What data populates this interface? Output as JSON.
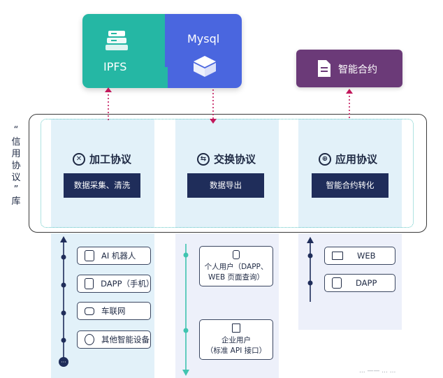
{
  "storage": {
    "ipfs_label": "IPFS",
    "mysql_label": "Mysql"
  },
  "smart_contract": {
    "label": "智能合约"
  },
  "library_label": [
    "“",
    "信",
    "用",
    "协",
    "议",
    "”",
    "库"
  ],
  "protocols": [
    {
      "title": "加工协议",
      "icon_glyph": "✕",
      "action": "数据采集、清洗"
    },
    {
      "title": "交换协议",
      "icon_glyph": "⇆",
      "action": "数据导出"
    },
    {
      "title": "应用协议",
      "icon_glyph": "⊕",
      "action": "智能合约转化"
    }
  ],
  "sources": [
    {
      "label": "AI 机器人",
      "icon": "robot-icon"
    },
    {
      "label": "DAPP（手机）",
      "icon": "phone-icon"
    },
    {
      "label": "车联网",
      "icon": "car-icon"
    },
    {
      "label": "其他智能设备",
      "icon": "smart-device-icon"
    }
  ],
  "exchange_users": [
    {
      "line1": "个人用户（DAPP、",
      "line2": "WEB 页面查询）",
      "icon": "phone-icon"
    },
    {
      "line1": "企业用户",
      "line2": "（标准 API 接口）",
      "icon": "building-icon"
    }
  ],
  "app_targets": [
    {
      "label": "WEB",
      "icon": "monitor-icon"
    },
    {
      "label": "DAPP",
      "icon": "phone-icon"
    }
  ],
  "watermark": "...  —— ... ...",
  "colors": {
    "teal": "#25b7a4",
    "blue": "#4a66df",
    "purple": "#6b3a78",
    "navy": "#1f2d5a",
    "panel": "#e2f1f9"
  }
}
